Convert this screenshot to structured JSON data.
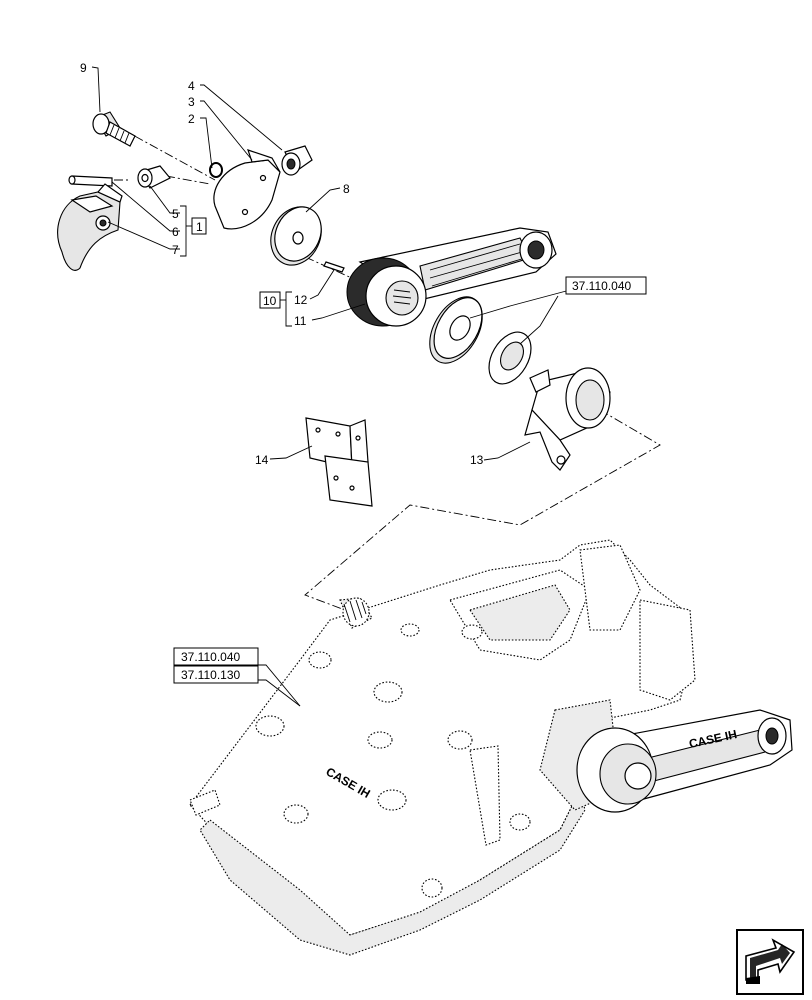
{
  "callouts": {
    "c1": "1",
    "c2": "2",
    "c3": "3",
    "c4": "4",
    "c5": "5",
    "c6": "6",
    "c7": "7",
    "c8": "8",
    "c9": "9",
    "c10": "10",
    "c11": "11",
    "c12": "12",
    "c13": "13",
    "c14": "14"
  },
  "references": {
    "ref_arm": "37.110.040",
    "ref_housing_1": "37.110.040",
    "ref_housing_2": "37.110.130"
  },
  "housing_logo": "CASE IH",
  "arm_logo": "CASE IH",
  "nav_icon": "previous-page-arrow-icon"
}
